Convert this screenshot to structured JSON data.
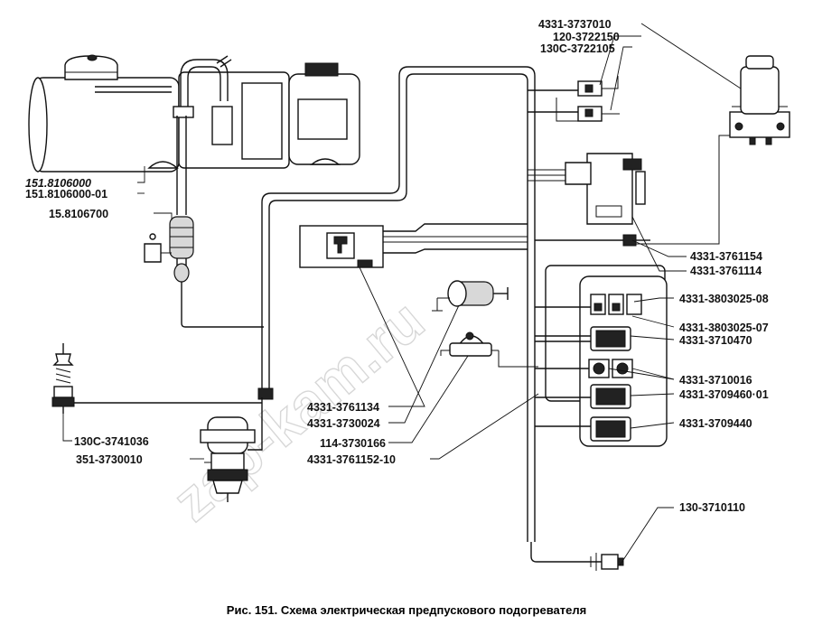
{
  "labels": {
    "p1": "151.8106000",
    "p2": "151.8106000-01",
    "p3": "15.8106700",
    "p4": "130С-3741036",
    "p5": "351-3730010",
    "p6": "4331-3761134",
    "p7": "4331-3730024",
    "p8": "114-3730166",
    "p9": "4331-3761152-10",
    "p10": "4331-3737010",
    "p11": "120-3722150",
    "p12": "130С-3722105",
    "p13": "4331-3761154",
    "p14": "4331-3761114",
    "p15": "4331-3803025-08",
    "p16": "4331-3803025-07",
    "p17": "4331-3710470",
    "p18": "4331-3710016",
    "p19": "4331-3709460·01",
    "p20": "4331-3709440",
    "p21": "130-3710110"
  },
  "caption": "Рис. 151. Схема электрическая предпускового подогревателя",
  "watermark": "zap-kam.ru"
}
